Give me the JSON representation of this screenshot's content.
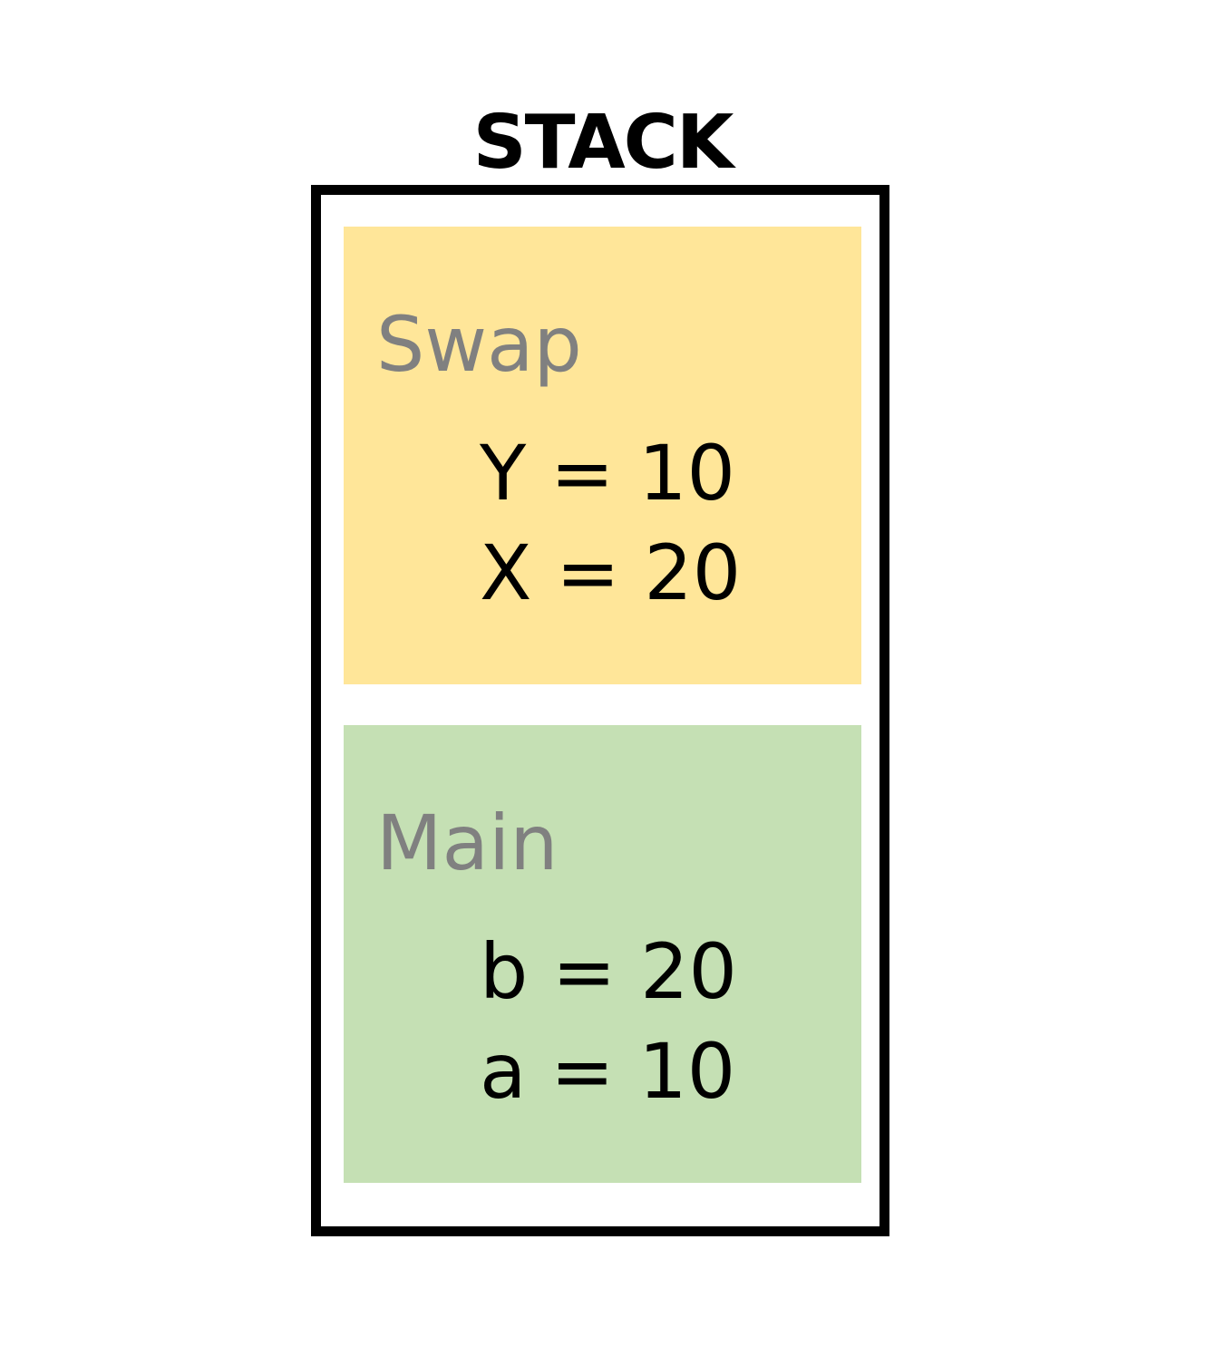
{
  "title": "STACK",
  "colors": {
    "swap_frame": "#FFE699",
    "main_frame": "#C5E0B4",
    "frame_label": "#808080",
    "border": "#000000"
  },
  "frames": [
    {
      "label": "Swap",
      "vars": [
        "Y = 10",
        "X = 20"
      ]
    },
    {
      "label": "Main",
      "vars": [
        "b = 20",
        "a = 10"
      ]
    }
  ]
}
